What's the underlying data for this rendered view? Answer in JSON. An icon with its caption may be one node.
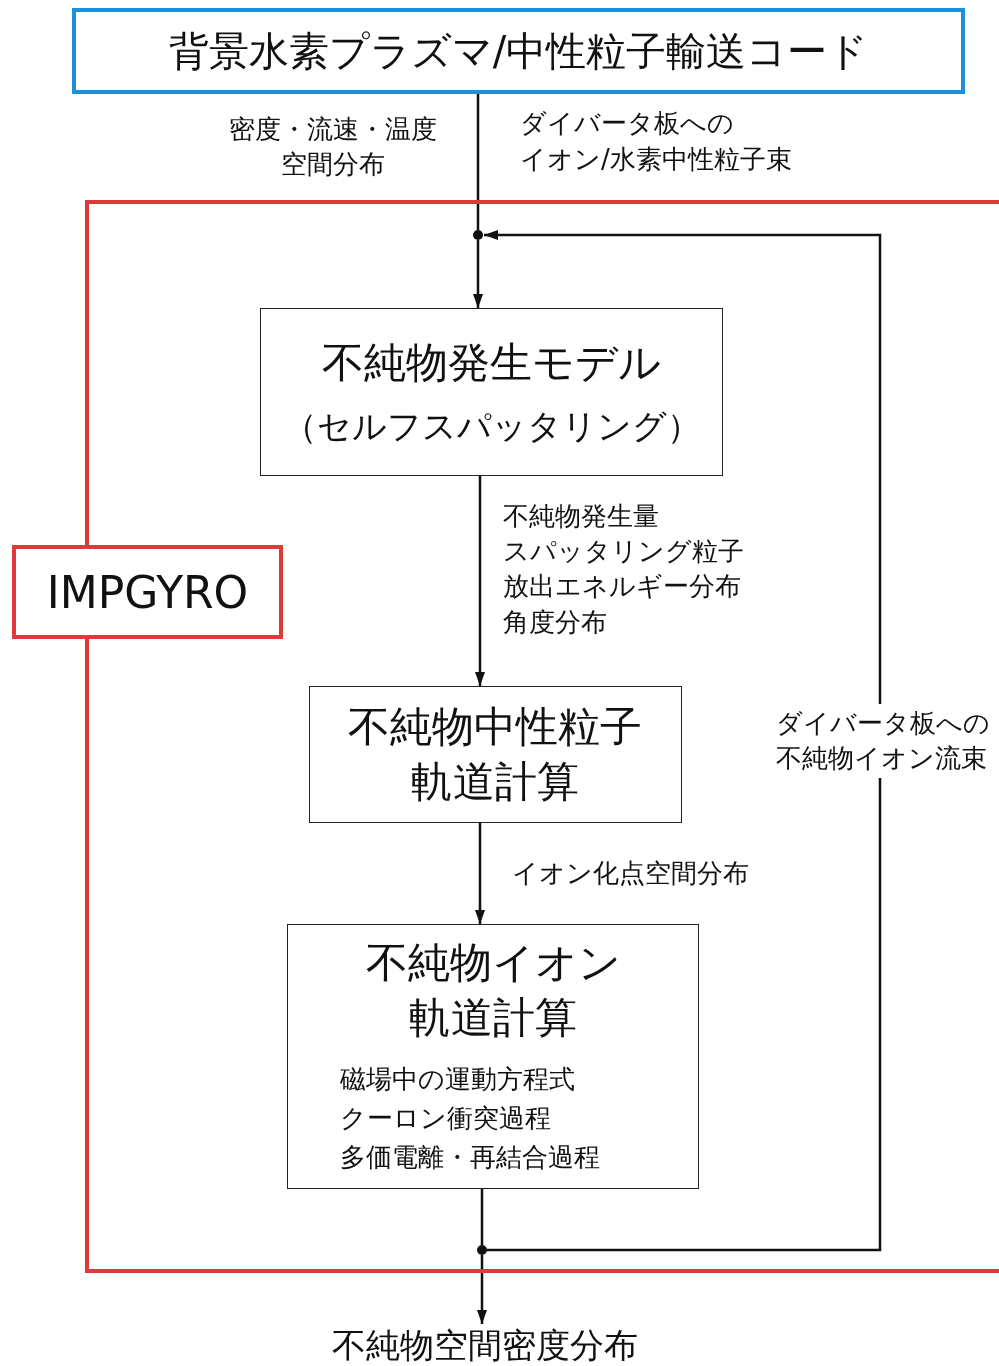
{
  "diagram": {
    "nodes": [
      {
        "text": [
          "背景水素プラズマ/中性粒子輸送コード"
        ]
      },
      {
        "text": [
          "IMPGYRO"
        ]
      },
      {
        "text": [
          "不純物発生モデル",
          "（セルフスパッタリング）"
        ],
        "in": 1
      },
      {
        "text": [
          "不純物中性粒子軌道計算"
        ],
        "in": 1
      },
      {
        "text": [
          "不純物イオン軌道計算",
          "磁場中の運動方程式",
          "クーロン衝突過程",
          "多価電離・再結合過程"
        ],
        "in": 1
      },
      {
        "text": [],
        "shape": "circle",
        "in": 1
      },
      {
        "text": [],
        "shape": "circle",
        "in": 1
      },
      {
        "text": [
          "不純物空間密度分布"
        ]
      }
    ],
    "edges": [
      {
        "from": 0,
        "to": 5,
        "arrow": "none"
      },
      {
        "from": 5,
        "to": 2,
        "arrow": "to"
      },
      {
        "from": 2,
        "to": 3,
        "arrow": "to"
      },
      {
        "from": 3,
        "to": 4,
        "arrow": "to",
        "label": "イオン化点空間分布"
      },
      {
        "from": 4,
        "to": 6,
        "arrow": "none"
      },
      {
        "from": 6,
        "to": 5,
        "arrow": "to",
        "label": "ダイバータ板への不純物イオン流束"
      },
      {
        "from": 6,
        "to": 7,
        "arrow": "to"
      }
    ],
    "labels": [
      "密度・流速・温度",
      "空間分布",
      "ダイバータ板への",
      "イオン/水素中性粒子束",
      "不純物発生量",
      "スパッタリング粒子",
      "放出エネルギー分布",
      "角度分布"
    ]
  }
}
